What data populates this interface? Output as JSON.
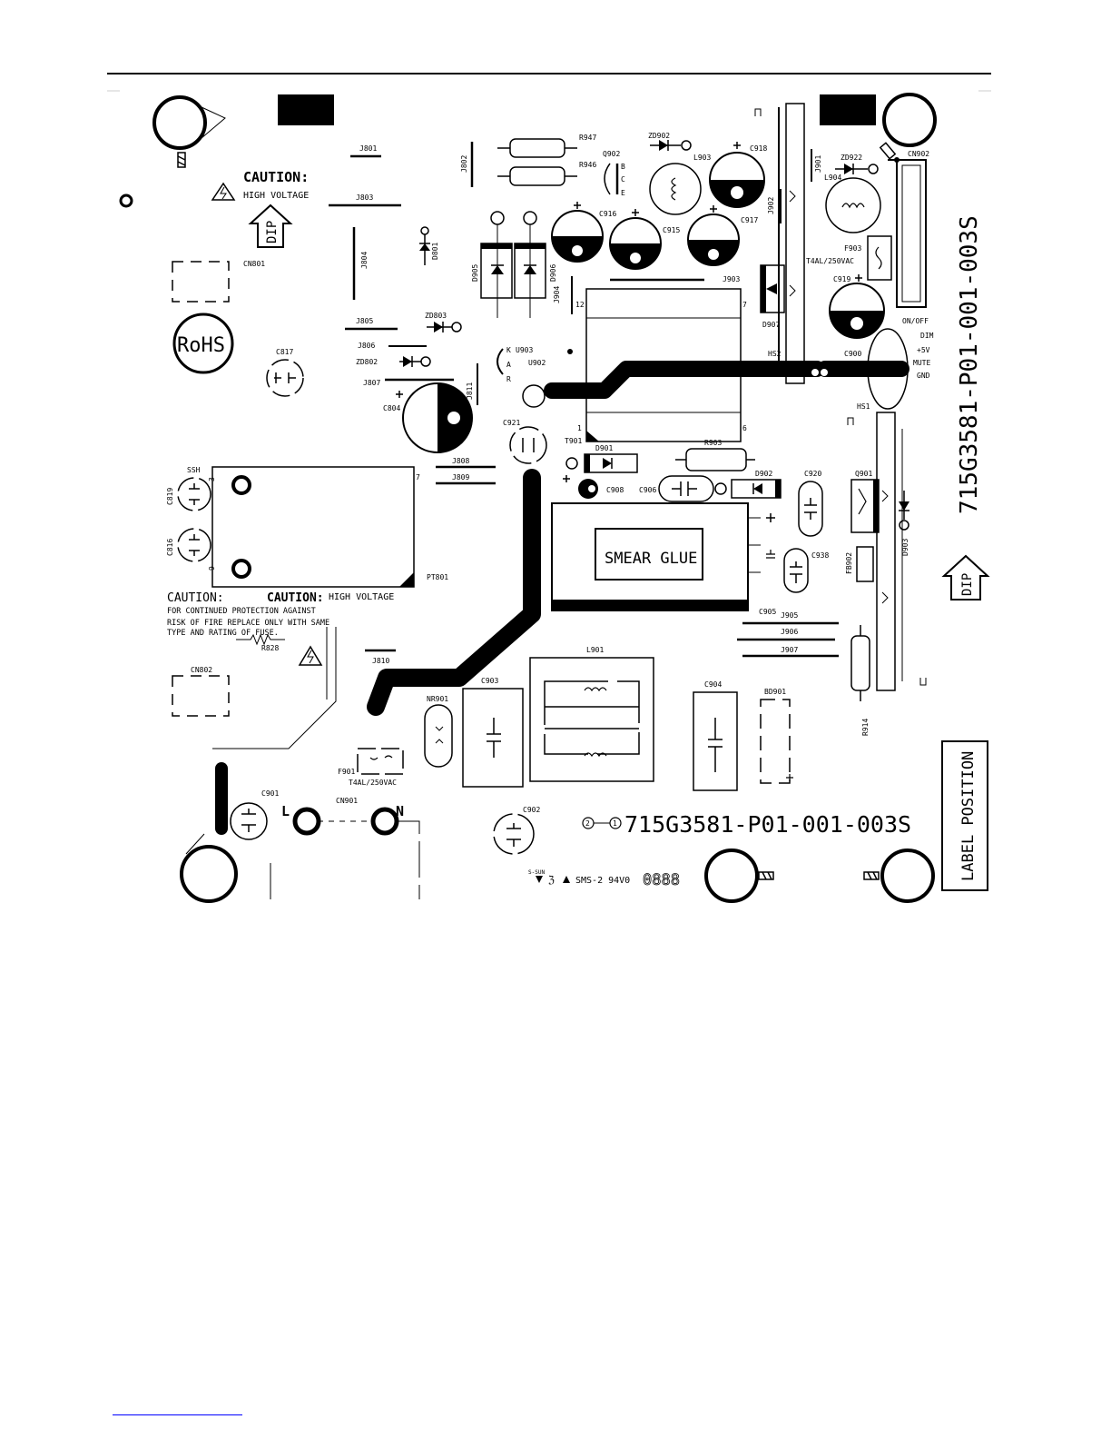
{
  "caution": {
    "title": "CAUTION:",
    "high_voltage": "HIGH VOLTAGE",
    "fuse_title": "CAUTION:",
    "fuse_line1": "FOR CONTINUED PROTECTION AGAINST",
    "fuse_line2": "RISK OF FIRE REPLACE ONLY WITH SAME",
    "fuse_line3": "TYPE AND RATING OF FUSE."
  },
  "marks": {
    "rohs": "RoHS",
    "dip": "DIP",
    "smear_glue": "SMEAR GLUE",
    "label_position": "LABEL POSITION",
    "board_id": "715G3581-P01-001-003S",
    "board_id_bottom": "715G3581-P01-001-003S",
    "board_num_1": "2",
    "board_num_2": "1",
    "ul_mark": "SMS-2 94V0",
    "sun_mark": "S-SUN",
    "date_code": "0888",
    "fuse_rating_1": "T4AL/250VAC",
    "fuse_rating_2": "T4AL/250VAC",
    "line": "L",
    "neutral": "N"
  },
  "connector_pins": [
    "ON/OFF",
    "DIM",
    "+5V",
    "MUTE",
    "GND"
  ],
  "q902_pins": [
    "B",
    "C",
    "E"
  ],
  "u903_pins": [
    "K",
    "A",
    "R"
  ],
  "t901_pins": {
    "p12": "12",
    "p7": "7",
    "p1": "1",
    "p6": "6"
  },
  "pt801_pins": {
    "p3": "3",
    "p7": "7",
    "p9": "9"
  },
  "refs": {
    "j801": "J801",
    "j802": "J802",
    "j803": "J803",
    "j804": "J804",
    "j805": "J805",
    "j806": "J806",
    "j807": "J807",
    "j808": "J808",
    "j809": "J809",
    "j810": "J810",
    "j811": "J811",
    "cn801": "CN801",
    "cn802": "CN802",
    "cn901": "CN901",
    "cn902": "CN902",
    "r947": "R947",
    "r946": "R946",
    "r903": "R903",
    "r828": "R828",
    "r914": "R914",
    "q902": "Q902",
    "q901": "Q901",
    "zd902": "ZD902",
    "zd922": "ZD922",
    "zd803": "ZD803",
    "zd802": "ZD802",
    "l903": "L903",
    "l904": "L904",
    "l901": "L901",
    "c918": "C918",
    "c916": "C916",
    "c915": "C915",
    "c917": "C917",
    "c919": "C919",
    "c900": "C900",
    "c817": "C817",
    "c804": "C804",
    "c921": "C921",
    "c908": "C908",
    "c906": "C906",
    "c920": "C920",
    "c938": "C938",
    "c905": "C905",
    "c819": "C819",
    "c816": "C816",
    "c903": "C903",
    "c904": "C904",
    "c901": "C901",
    "c902": "C902",
    "d801": "D801",
    "d905": "D905",
    "d906": "D906",
    "d907": "D907",
    "d901": "D901",
    "d902": "D902",
    "d903": "D903",
    "j901": "J901",
    "j902": "J902",
    "j903": "J903",
    "j904": "J904",
    "j905": "J905",
    "j906": "J906",
    "j907": "J907",
    "u903": "U903",
    "u902": "U902",
    "f903": "F903",
    "f901": "F901",
    "hs1": "HS1",
    "hs2": "HS2",
    "t901": "T901",
    "ssh": "SSH",
    "pt801": "PT801",
    "fb902": "FB902",
    "nr901": "NR901",
    "bd901": "BD901"
  }
}
